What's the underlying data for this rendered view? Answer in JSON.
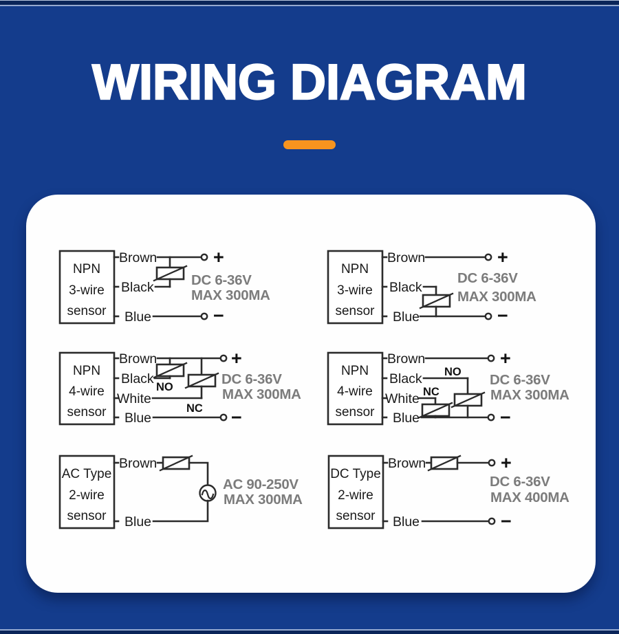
{
  "header": {
    "title": "WIRING DIAGRAM"
  },
  "accents": {
    "orange": "#F7941E",
    "background_blue": "#143C8C",
    "spec_gray": "#7C7C7C"
  },
  "diagrams": {
    "npn3_left": {
      "box": [
        "NPN",
        "3-wire",
        "sensor"
      ],
      "wires": {
        "brown": "Brown",
        "black": "Black",
        "blue": "Blue"
      },
      "spec": [
        "DC 6-36V",
        "MAX 300MA"
      ],
      "plus": "+",
      "minus": "−"
    },
    "npn3_right": {
      "box": [
        "NPN",
        "3-wire",
        "sensor"
      ],
      "wires": {
        "brown": "Brown",
        "black": "Black",
        "blue": "Blue"
      },
      "spec": [
        "DC 6-36V",
        "MAX 300MA"
      ],
      "plus": "+",
      "minus": "−"
    },
    "npn4_left": {
      "box": [
        "NPN",
        "4-wire",
        "sensor"
      ],
      "wires": {
        "brown": "Brown",
        "black": "Black",
        "white": "White",
        "blue": "Blue"
      },
      "contacts": {
        "no": "NO",
        "nc": "NC"
      },
      "spec": [
        "DC 6-36V",
        "MAX 300MA"
      ],
      "plus": "+",
      "minus": "−"
    },
    "npn4_right": {
      "box": [
        "NPN",
        "4-wire",
        "sensor"
      ],
      "wires": {
        "brown": "Brown",
        "black": "Black",
        "white": "White",
        "blue": "Blue"
      },
      "contacts": {
        "no": "NO",
        "nc": "NC"
      },
      "spec": [
        "DC 6-36V",
        "MAX 300MA"
      ],
      "plus": "+",
      "minus": "−"
    },
    "ac2": {
      "box": [
        "AC Type",
        "2-wire",
        "sensor"
      ],
      "wires": {
        "brown": "Brown",
        "blue": "Blue"
      },
      "spec": [
        "AC 90-250V",
        "MAX 300MA"
      ]
    },
    "dc2": {
      "box": [
        "DC Type",
        "2-wire",
        "sensor"
      ],
      "wires": {
        "brown": "Brown",
        "blue": "Blue"
      },
      "spec": [
        "DC 6-36V",
        "MAX 400MA"
      ],
      "plus": "+",
      "minus": "−"
    }
  }
}
